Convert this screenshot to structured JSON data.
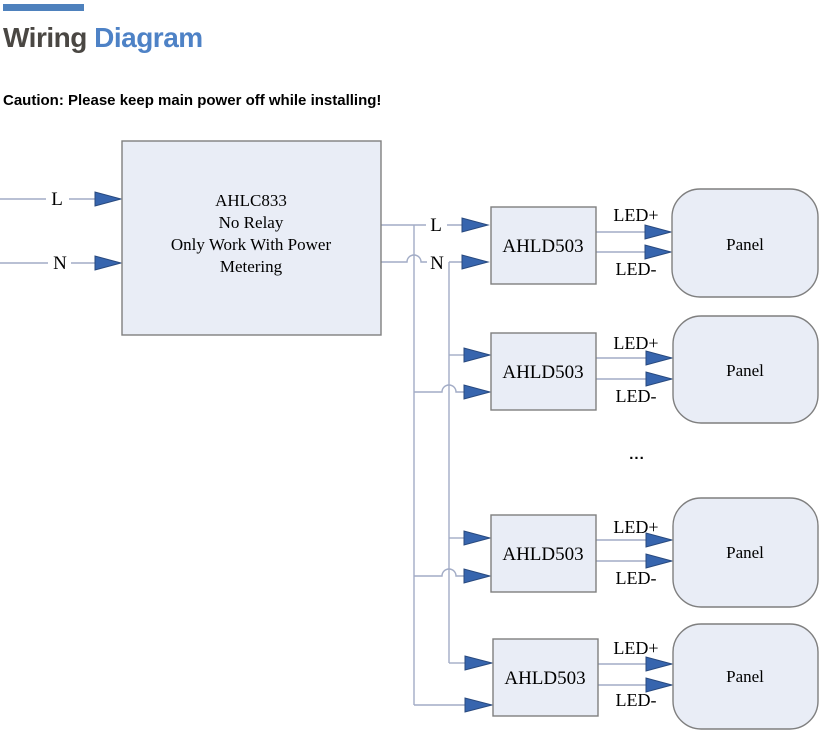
{
  "header": {
    "title_part1": "Wiring",
    "title_part2": " Diagram",
    "caution": "Caution: Please keep main power off while installing!"
  },
  "diagram": {
    "main_box": {
      "lines": [
        "AHLC833",
        "No Relay",
        "Only Work With Power",
        "Metering"
      ]
    },
    "mains": {
      "l": "L",
      "n": "N"
    },
    "bus": {
      "l": "L",
      "n": "N"
    },
    "ellipsis": "...",
    "rows": [
      {
        "driver": "AHLD503",
        "led_plus": "LED+",
        "led_minus": "LED-",
        "panel": "Panel"
      },
      {
        "driver": "AHLD503",
        "led_plus": "LED+",
        "led_minus": "LED-",
        "panel": "Panel"
      },
      {
        "driver": "AHLD503",
        "led_plus": "LED+",
        "led_minus": "LED-",
        "panel": "Panel"
      },
      {
        "driver": "AHLD503",
        "led_plus": "LED+",
        "led_minus": "LED-",
        "panel": "Panel"
      }
    ]
  },
  "colors": {
    "accent": "#4E81BD",
    "title-dark": "#4A4743",
    "title-blue": "#4E82C6",
    "wire": "#A2ACC6",
    "arrow-fill": "#3765AE",
    "arrow-stroke": "#28497E",
    "box-fill": "#E9EDF6",
    "box-border": "#7F7F7F"
  }
}
